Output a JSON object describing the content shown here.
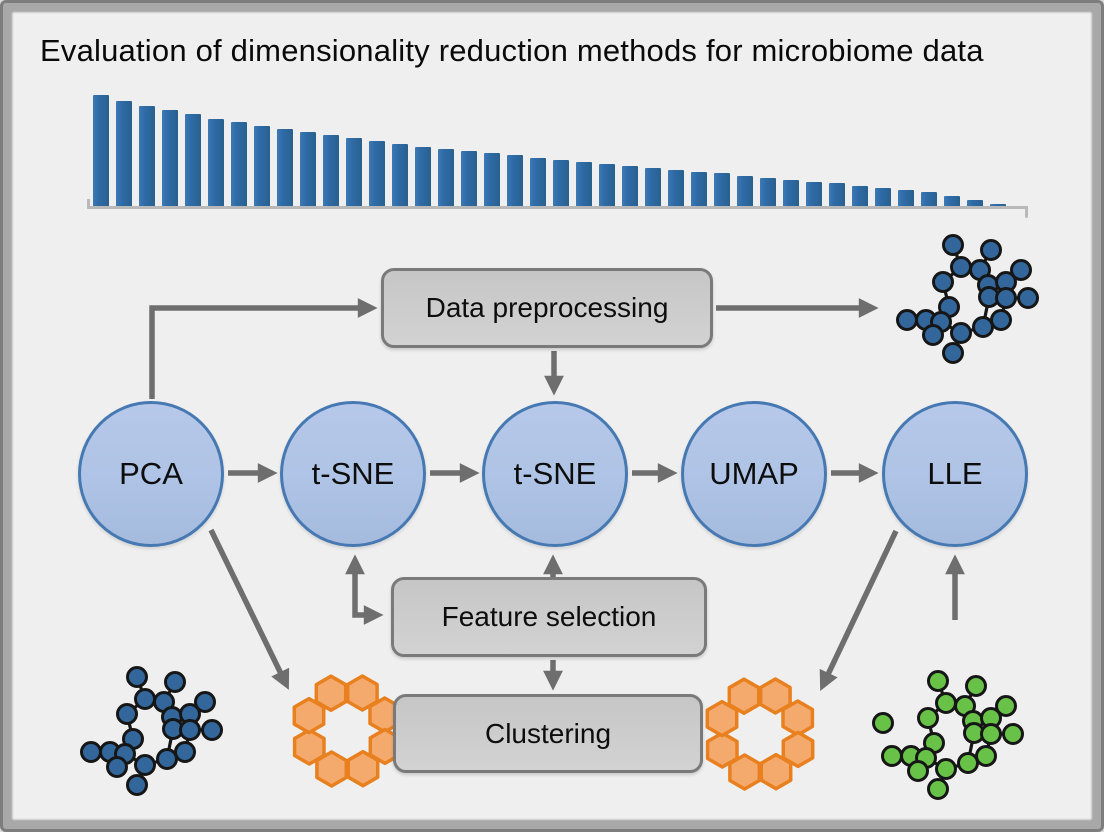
{
  "title": "Evaluation of dimensionality reduction methods for microbiome data",
  "chart_data": {
    "type": "bar",
    "title": "",
    "xlabel": "",
    "ylabel": "",
    "n_bars": 40,
    "values": [
      1.0,
      0.95,
      0.9,
      0.87,
      0.83,
      0.79,
      0.76,
      0.72,
      0.7,
      0.67,
      0.64,
      0.62,
      0.59,
      0.56,
      0.54,
      0.52,
      0.5,
      0.48,
      0.46,
      0.44,
      0.42,
      0.4,
      0.38,
      0.37,
      0.35,
      0.33,
      0.31,
      0.3,
      0.28,
      0.26,
      0.24,
      0.22,
      0.21,
      0.19,
      0.17,
      0.15,
      0.13,
      0.1,
      0.06,
      0.03
    ],
    "ylim": [
      0,
      1
    ],
    "grid": false,
    "legend": false,
    "tick_labels": "none shown",
    "bar_color": "#2F6BA7"
  },
  "flowchart": {
    "method_nodes": [
      {
        "label": "PCA"
      },
      {
        "label": "t-SNE"
      },
      {
        "label": "t-SNE"
      },
      {
        "label": "UMAP"
      },
      {
        "label": "LLE"
      }
    ],
    "process_boxes": [
      {
        "label": "Data preprocessing"
      },
      {
        "label": "Feature selection"
      },
      {
        "label": "Clustering"
      }
    ]
  },
  "colors": {
    "background": "#EFEFEF",
    "frame": "#A8A8A8",
    "bar": "#2F6BA7",
    "method_node_fill": "#AEC3E5",
    "method_node_border": "#4678B2",
    "process_box_fill": "#CBCBCB",
    "process_box_border": "#7A7A7A",
    "arrow": "#6E6E6E",
    "network_blue": "#33679C",
    "network_green": "#67C247",
    "hexagon_stroke": "#E8801F",
    "hexagon_fill": "#F5AA6D"
  }
}
